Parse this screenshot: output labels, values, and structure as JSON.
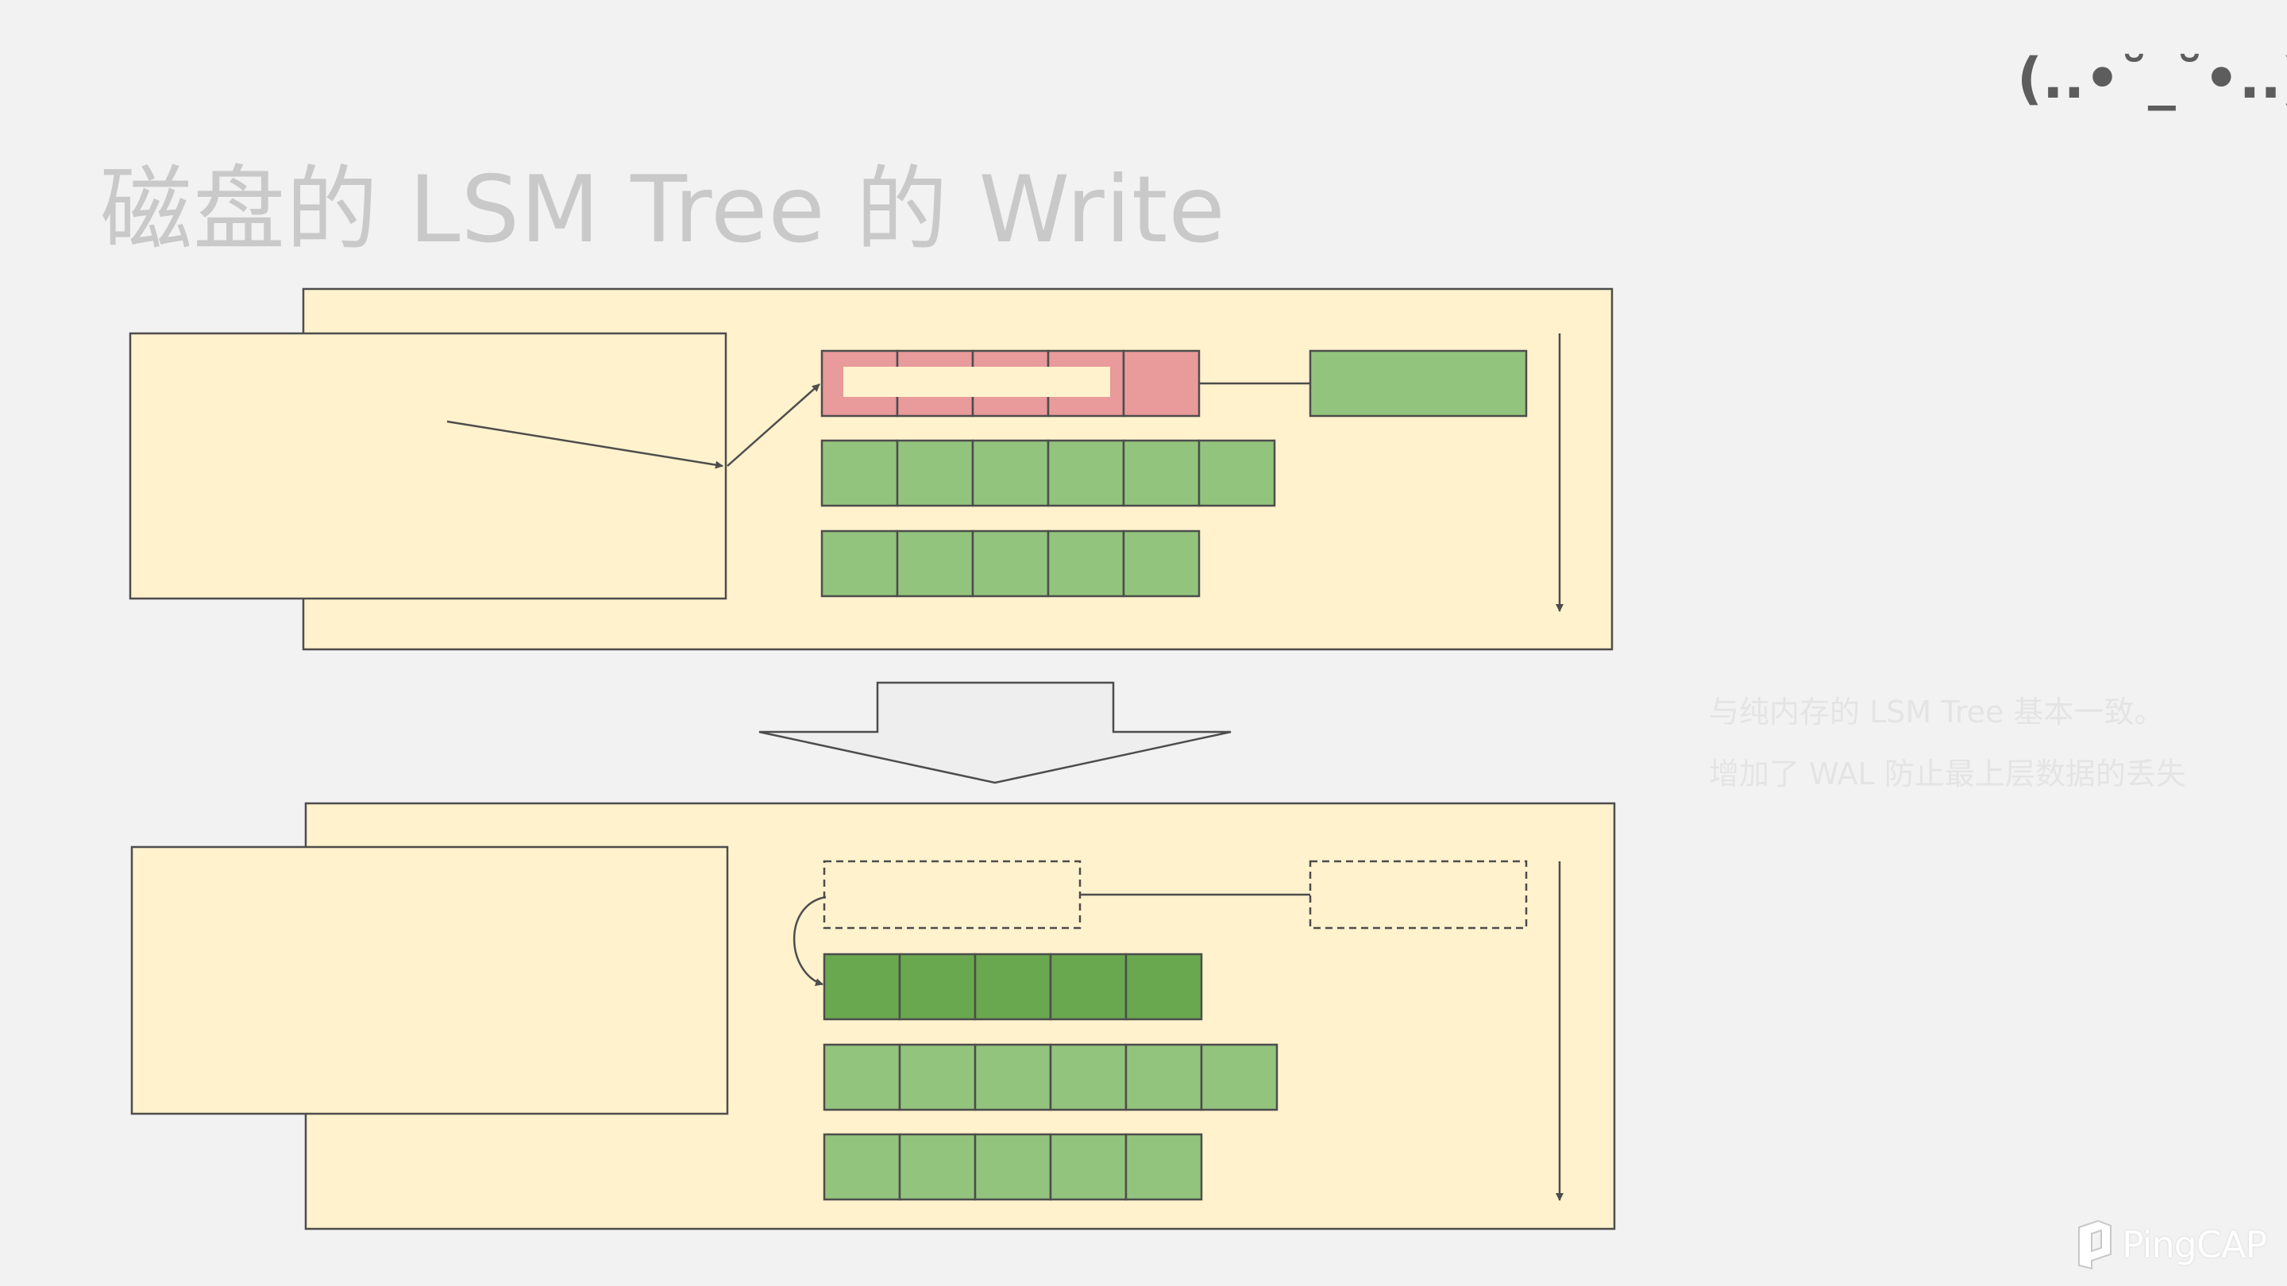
{
  "slide": {
    "emoticon": "(..•˘_˘•..)",
    "title": "磁盘的 LSM Tree 的 Write",
    "notes": [
      "与纯内存的 LSM Tree 基本一致。",
      "增加了 WAL 防止最上层数据的丢失"
    ],
    "logo": {
      "text": "PingCAP",
      "icon": "pingcap-logo-icon"
    }
  },
  "colors": {
    "background": "#f2f2f2",
    "panel_fill": "#fff2cc",
    "stroke": "#4d4d4d",
    "write_buffer_fill": "#e99a9a",
    "level_block_fill": "#93c47d",
    "flushed_level_fill": "#6aa84f",
    "highlight_bar": "#fff2cc",
    "transition_arrow_fill": "#eeeeee"
  },
  "diagram": {
    "before": {
      "top_row": {
        "blocks": 5,
        "state": "writing",
        "extra_block_state": "full"
      },
      "detached_block": "solid",
      "levels": [
        {
          "blocks": 6
        },
        {
          "blocks": 5
        }
      ]
    },
    "after": {
      "top_row": {
        "state": "empty-dashed"
      },
      "detached_block": "empty-dashed",
      "flushed_level": {
        "blocks": 5
      },
      "levels": [
        {
          "blocks": 6
        },
        {
          "blocks": 5
        }
      ]
    }
  }
}
